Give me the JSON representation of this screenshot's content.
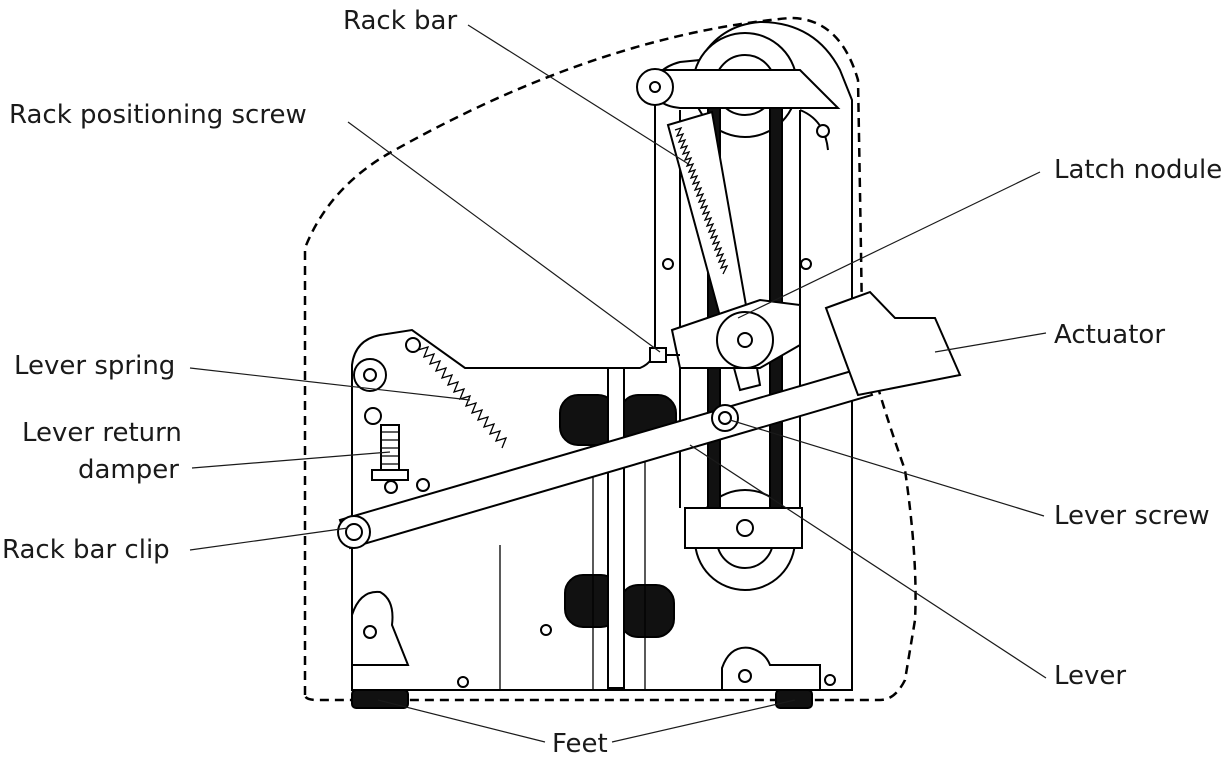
{
  "colors": {
    "line": "#000000",
    "label": "#1a1a1a",
    "background": "#ffffff"
  },
  "labels": {
    "rack_bar": "Rack bar",
    "rack_positioning_screw": "Rack positioning screw",
    "latch_nodule": "Latch nodule",
    "actuator": "Actuator",
    "lever_spring": "Lever spring",
    "lever_return_damper_line1": "Lever return",
    "lever_return_damper_line2": "damper",
    "lever_screw": "Lever screw",
    "rack_bar_clip": "Rack bar clip",
    "lever": "Lever",
    "feet": "Feet"
  }
}
